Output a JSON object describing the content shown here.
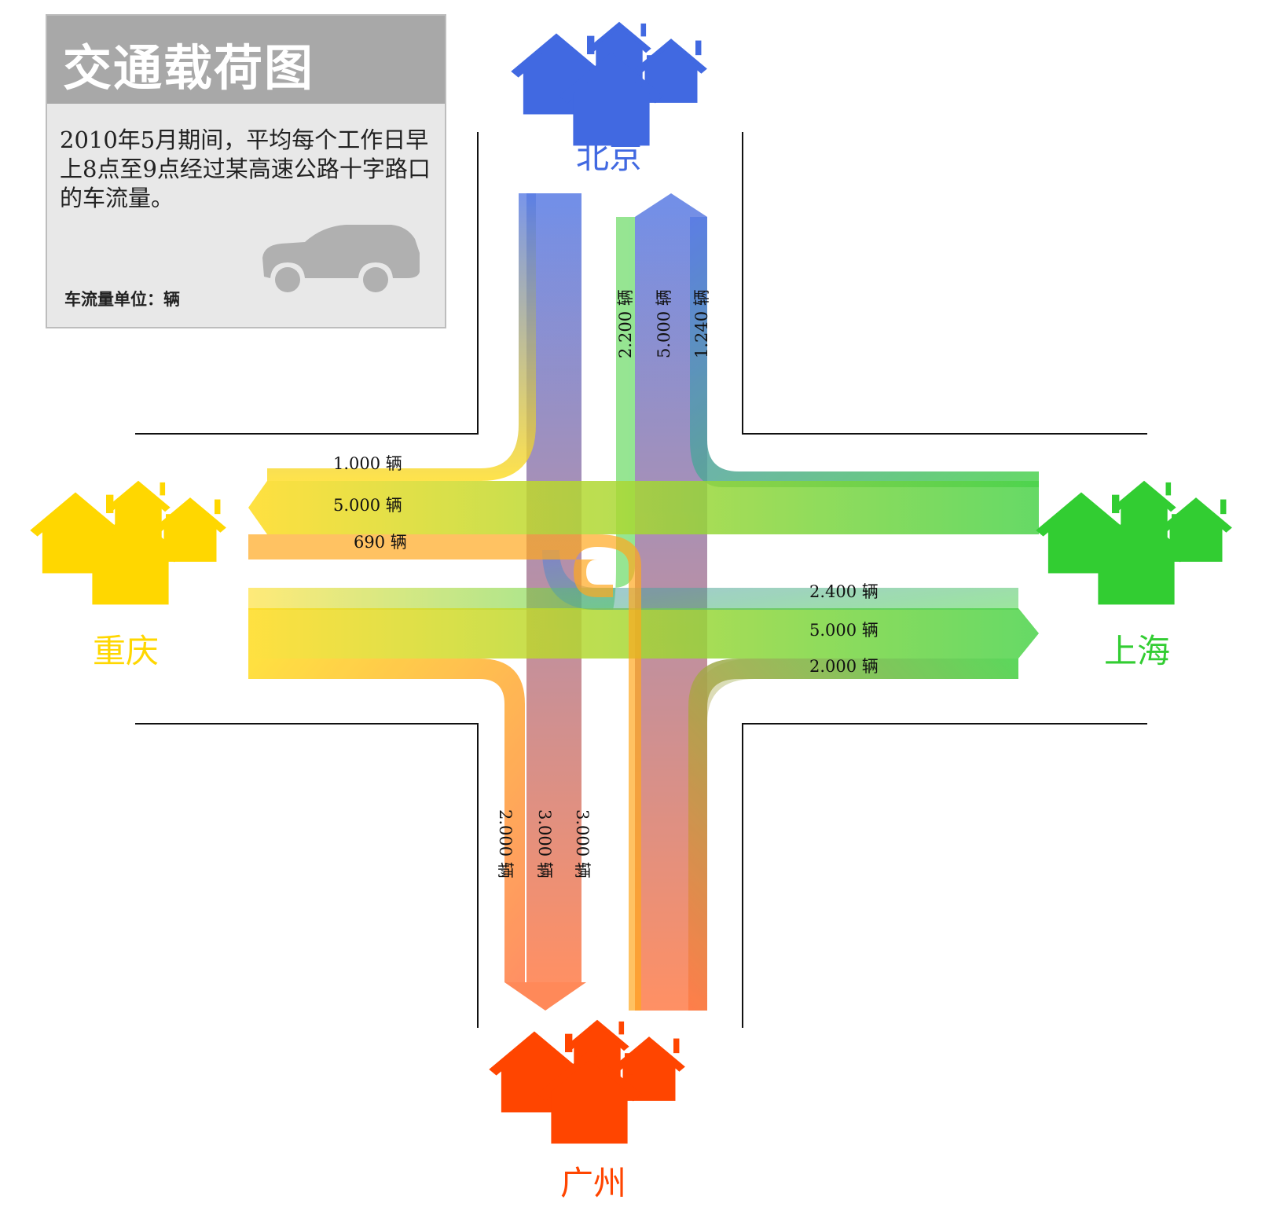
{
  "title": "交通载荷图",
  "description": "2010年5月期间，平均每个工作日早上8点至9点经过某高速公路十字路口的车流量。",
  "unit_label": "车流量单位：辆",
  "icons": [
    "house-cluster-icon",
    "car-icon"
  ],
  "colors": {
    "beijing": "#4169e1",
    "shanghai": "#32cd32",
    "guangzhou": "#ff4500",
    "chongqing": "#ffd700",
    "panel_header": "#a8a8a8",
    "panel_body": "#e8e8e8"
  },
  "cities": {
    "beijing": "北京",
    "shanghai": "上海",
    "guangzhou": "广州",
    "chongqing": "重庆"
  },
  "flow_labels": {
    "n1": "2.200 辆",
    "n2": "5.000 辆",
    "n3": "1.240 辆",
    "w1": "1.000 辆",
    "w2": "5.000 辆",
    "w3": "690 辆",
    "e1": "2.400 辆",
    "e2": "5.000 辆",
    "e3": "2.000 辆",
    "s1": "2.000 辆",
    "s2": "3.000 辆",
    "s3": "3.000 辆"
  },
  "chart_data": {
    "type": "sankey",
    "unit": "辆",
    "nodes": [
      "北京",
      "上海",
      "广州",
      "重庆"
    ],
    "flows": [
      {
        "from": "北京",
        "to": "重庆",
        "value": 1000
      },
      {
        "from": "北京",
        "to": "广州",
        "value": 3000
      },
      {
        "from": "重庆",
        "to": "北京",
        "value": 2200
      },
      {
        "from": "重庆",
        "to": "上海",
        "value": 5000
      },
      {
        "from": "重庆",
        "to": "广州",
        "value": 2000
      },
      {
        "from": "重庆",
        "to": "重庆",
        "value": 690
      },
      {
        "from": "广州",
        "to": "北京",
        "value": 5000
      },
      {
        "from": "广州",
        "to": "上海",
        "value": 2000
      },
      {
        "from": "上海",
        "to": "北京",
        "value": 1240
      },
      {
        "from": "上海",
        "to": "重庆",
        "value": 5000
      },
      {
        "from": "上海",
        "to": "广州",
        "value": 3000
      },
      {
        "from": "北京",
        "to": "上海",
        "value": 2400
      }
    ]
  }
}
